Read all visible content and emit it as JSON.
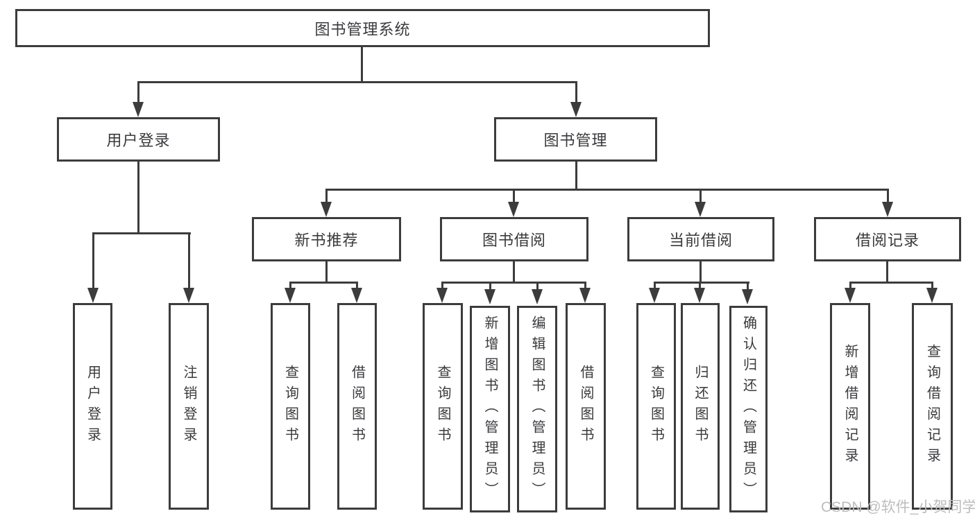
{
  "diagram": {
    "root": {
      "label": "图书管理系统"
    },
    "level2": [
      {
        "label": "用户登录"
      },
      {
        "label": "图书管理"
      }
    ],
    "level3": [
      {
        "label": "新书推荐"
      },
      {
        "label": "图书借阅"
      },
      {
        "label": "当前借阅"
      },
      {
        "label": "借阅记录"
      }
    ],
    "leaves": [
      {
        "label": "用户登录"
      },
      {
        "label": "注销登录"
      },
      {
        "label": "查询图书"
      },
      {
        "label": "借阅图书"
      },
      {
        "label": "查询图书"
      },
      {
        "label": "新增图书（管理员）"
      },
      {
        "label": "编辑图书（管理员）"
      },
      {
        "label": "借阅图书"
      },
      {
        "label": "查询图书"
      },
      {
        "label": "归还图书"
      },
      {
        "label": "确认归还（管理员）"
      },
      {
        "label": "新增借阅记录"
      },
      {
        "label": "查询借阅记录"
      }
    ]
  },
  "watermark": {
    "text": "CSDN @软件_小贺同学"
  },
  "colors": {
    "line": "#3c3c3c",
    "text": "#3a3a3e",
    "watermark": "#bdbdbd",
    "background": "#ffffff"
  }
}
